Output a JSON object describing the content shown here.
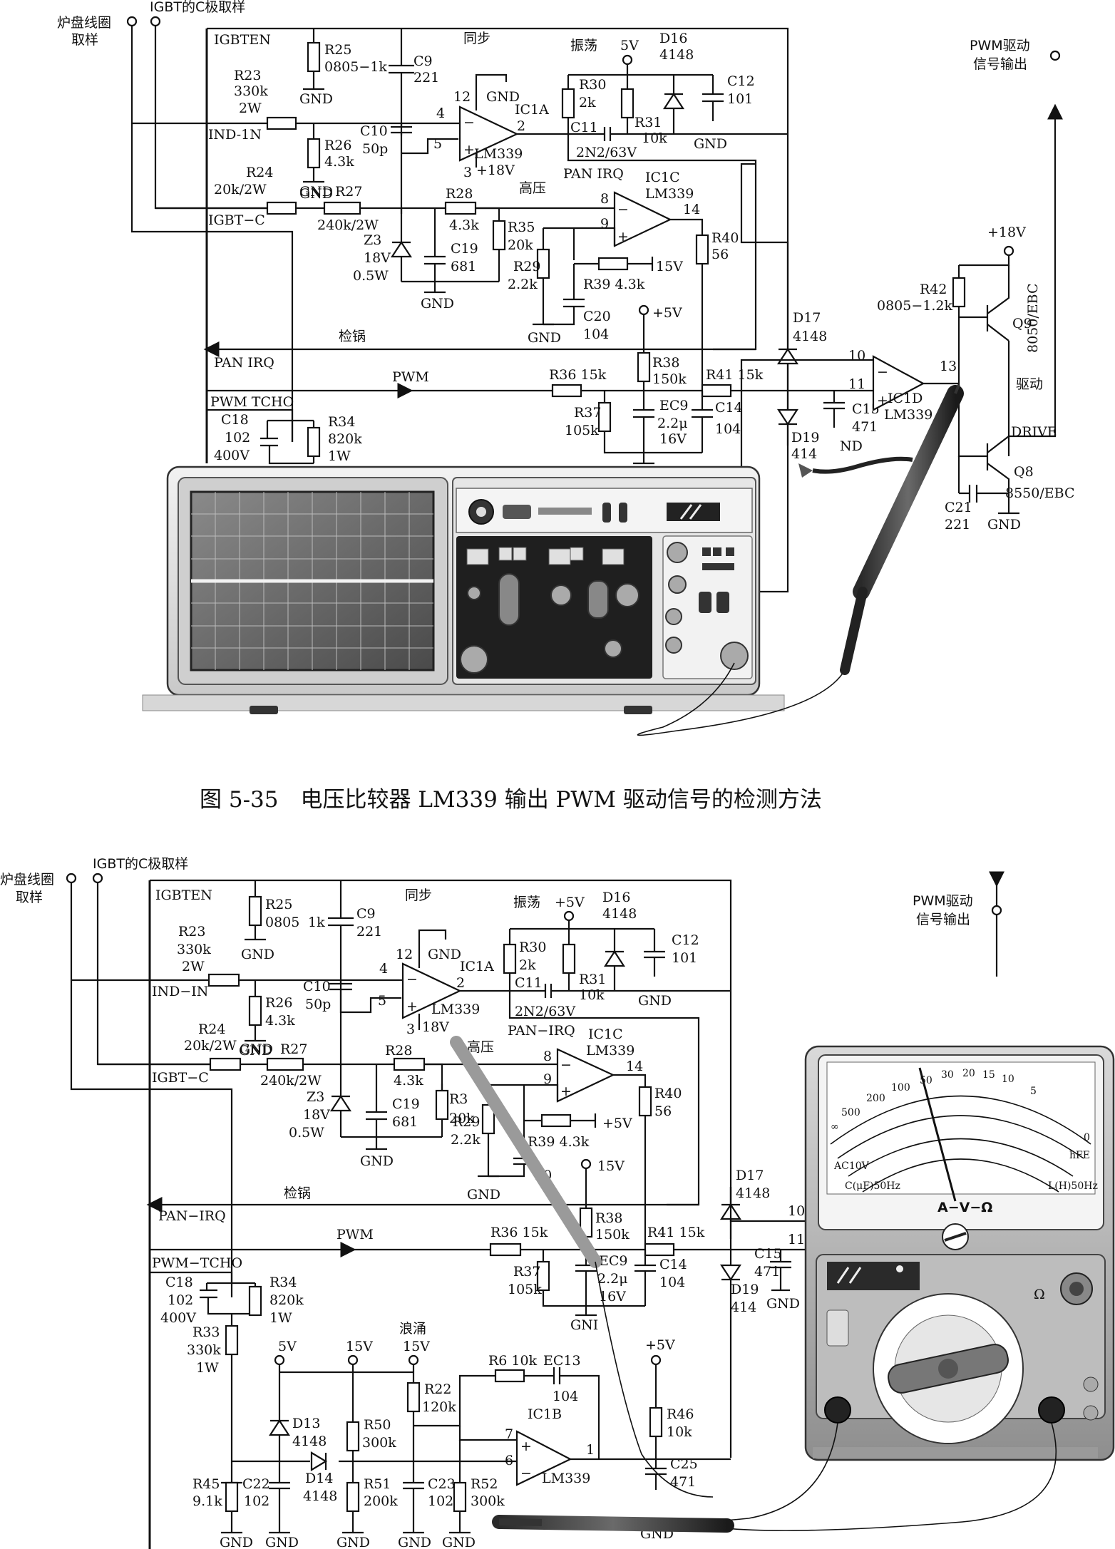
{
  "figure1": {
    "caption": "图 5-35　电压比较器 LM339 输出 PWM 驱动信号的检测方法",
    "inputs": {
      "coil_sample": "炉盘线圈\n取样",
      "igbt_c_sample": "IGBT的C极取样"
    },
    "output": "PWM驱动\n信号输出",
    "nets": [
      "IGBTEN",
      "IND-IN",
      "IGBT-C",
      "PAN IRQ",
      "PWM TCHO",
      "PWM",
      "DRIVE",
      "检锅",
      "同步",
      "振荡",
      "高压",
      "驱动"
    ],
    "components": [
      {
        "ref": "R25",
        "value": "0805-1k"
      },
      {
        "ref": "C9",
        "value": "221"
      },
      {
        "ref": "R23",
        "value": "330k 2W"
      },
      {
        "ref": "R26",
        "value": "4.3k"
      },
      {
        "ref": "C10",
        "value": "50p"
      },
      {
        "ref": "IC1A",
        "value": "LM339"
      },
      {
        "ref": "R30",
        "value": "2k"
      },
      {
        "ref": "C11",
        "value": "2N2/63V"
      },
      {
        "ref": "R31",
        "value": "10k"
      },
      {
        "ref": "D16",
        "value": "4148"
      },
      {
        "ref": "C12",
        "value": "101"
      },
      {
        "ref": "R24",
        "value": "20k/2W"
      },
      {
        "ref": "R27",
        "value": "240k/2W"
      },
      {
        "ref": "Z3",
        "value": "18V 0.5W"
      },
      {
        "ref": "R28",
        "value": "4.3k"
      },
      {
        "ref": "C19",
        "value": "681"
      },
      {
        "ref": "R35",
        "value": "20k"
      },
      {
        "ref": "R29",
        "value": "2.2k"
      },
      {
        "ref": "R39",
        "value": "4.3k"
      },
      {
        "ref": "C20",
        "value": "104"
      },
      {
        "ref": "IC1C",
        "value": "LM339"
      },
      {
        "ref": "R40",
        "value": "56"
      },
      {
        "ref": "R36",
        "value": "15k"
      },
      {
        "ref": "R37",
        "value": "105k"
      },
      {
        "ref": "R38",
        "value": "150k"
      },
      {
        "ref": "EC9",
        "value": "2.2μ 16V"
      },
      {
        "ref": "C14",
        "value": "104"
      },
      {
        "ref": "R41",
        "value": "15k"
      },
      {
        "ref": "D17",
        "value": "4148"
      },
      {
        "ref": "D19",
        "value": "4148"
      },
      {
        "ref": "C15",
        "value": "471"
      },
      {
        "ref": "IC1D",
        "value": "LM339"
      },
      {
        "ref": "R42",
        "value": "0805-1.2k"
      },
      {
        "ref": "Q9",
        "value": "8050/EBC"
      },
      {
        "ref": "Q8",
        "value": "8550/EBC"
      },
      {
        "ref": "C21",
        "value": "221"
      },
      {
        "ref": "C18",
        "value": "102 400V"
      },
      {
        "ref": "R34",
        "value": "820k 1W"
      }
    ],
    "rails": [
      "5V",
      "+18V",
      "+5V",
      "15V",
      "GND"
    ]
  },
  "figure2": {
    "inputs": {
      "coil_sample": "炉盘线圈\n取样",
      "igbt_c_sample": "IGBT的C极取样"
    },
    "output": "PWM驱动\n信号输出",
    "nets": [
      "IGBTEN",
      "IND-IN",
      "IGBT-C",
      "PAN-IRQ",
      "PWM-TCHO",
      "PWM",
      "检锅",
      "同步",
      "振荡",
      "高压",
      "浪涌"
    ],
    "components": [
      {
        "ref": "R33",
        "value": "330k 1W"
      },
      {
        "ref": "D13",
        "value": "4148"
      },
      {
        "ref": "D14",
        "value": "4148"
      },
      {
        "ref": "R45",
        "value": "9.1k"
      },
      {
        "ref": "C22",
        "value": "102"
      },
      {
        "ref": "R50",
        "value": "300k"
      },
      {
        "ref": "R51",
        "value": "200k"
      },
      {
        "ref": "R22",
        "value": "120k"
      },
      {
        "ref": "C23",
        "value": "102"
      },
      {
        "ref": "R52",
        "value": "300k"
      },
      {
        "ref": "R6",
        "value": "10k"
      },
      {
        "ref": "EC13",
        "value": "104"
      },
      {
        "ref": "IC1B",
        "value": "LM339"
      },
      {
        "ref": "R46",
        "value": "10k"
      },
      {
        "ref": "C25",
        "value": "471"
      }
    ],
    "meter": {
      "range_labels": [
        "A-V-Ω",
        "AC10V",
        "C(μF)50Hz",
        "L(H)50Hz",
        "hFE"
      ],
      "scale_top": [
        "∞",
        "500",
        "200",
        "100",
        "50",
        "30",
        "20",
        "15",
        "10",
        "5",
        "0"
      ]
    }
  }
}
